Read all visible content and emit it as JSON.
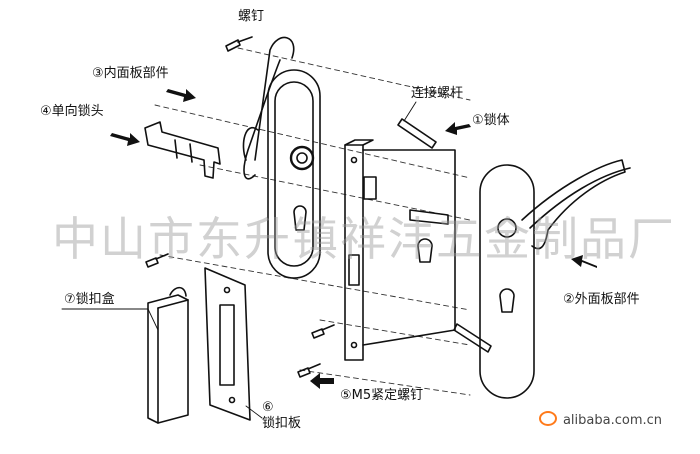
{
  "labels": {
    "screw": "螺钉",
    "inner_panel": "内面板部件",
    "inner_panel_num": "③",
    "one_way_cylinder": "单向锁头",
    "one_way_cylinder_num": "④",
    "connecting_bolt": "连接螺杆",
    "lock_body": "锁体",
    "lock_body_num": "①",
    "outer_panel": "外面板部件",
    "outer_panel_num": "②",
    "strike_box": "锁扣盒",
    "strike_box_num": "⑦",
    "m5_screw": "M5紧定螺钉",
    "m5_screw_num": "⑤",
    "strike_plate": "锁扣板",
    "strike_plate_num": "⑥"
  },
  "watermark": "中山市东升镇祥沣五金制品厂",
  "footer": "alibaba.com.cn",
  "colors": {
    "line": "#111111",
    "watermark": "#9a9a9a",
    "logo": "#ff7a1a"
  }
}
